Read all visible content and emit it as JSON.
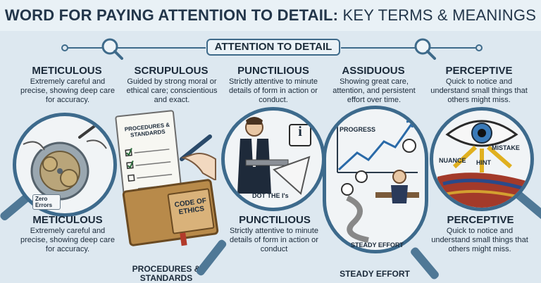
{
  "title": {
    "bold": "WORD FOR PAYING ATTENTION TO DETAIL:",
    "light": "KEY TERMS & MEANINGS"
  },
  "banner": "ATTENTION TO DETAIL",
  "top_terms": [
    {
      "term": "METICULOUS",
      "def": "Extremely careful and precise, showing deep care for accuracy."
    },
    {
      "term": "SCRUPULOUS",
      "def": "Guided by strong moral or ethical care; conscientious and exact."
    },
    {
      "term": "PUNCTILIOUS",
      "def": "Strictly attentive to minute details of form in action or conduct."
    },
    {
      "term": "ASSIDUOUS",
      "def": "Showing great care, attention, and persistent effort over time."
    },
    {
      "term": "PERCEPTIVE",
      "def": "Quick to notice and understand small things that others might miss."
    }
  ],
  "bottom_terms": [
    {
      "term": "METICULOUS",
      "def": "Extremely careful and precise, showing deep care for accuracy."
    },
    {
      "term": "PUNCTILIOUS",
      "def": "Strictly attentive to minute details of form in action or conduct"
    },
    {
      "term": "PERCEPTIVE",
      "def": "Quick to notice and understand small things that others might miss."
    }
  ],
  "labels": {
    "zero_errors": "Zero Errors",
    "procedures_sign": "PROCEDURES & STANDARDS",
    "code_book": "CODE OF ETHICS",
    "procedures_bottom": "PROCEDURES & STANDARDS",
    "dot_the_is": "DOT THE I's",
    "info": "i",
    "progress": "PROGRESS",
    "steady_effort_scroll": "STEADY EFFORT",
    "steady_effort_bottom": "STEADY EFFORT",
    "nuance": "NUANCE",
    "hint": "HINT",
    "mistake": "MISTAKE"
  }
}
